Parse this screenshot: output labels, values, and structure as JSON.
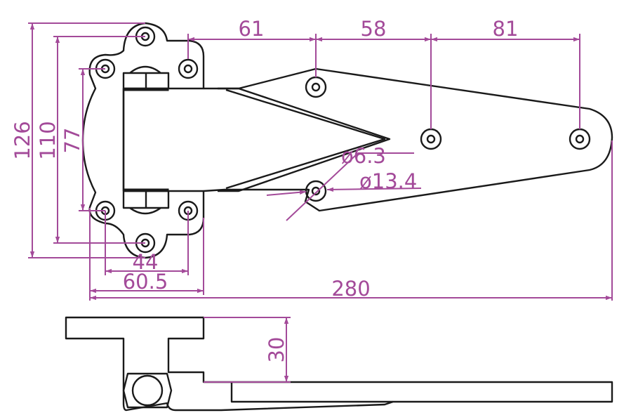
{
  "colors": {
    "outline": "#1a1a1a",
    "dimension": "#a34a99",
    "background": "#ffffff"
  },
  "top_view": {
    "dim_61": "61",
    "dim_58": "58",
    "dim_81": "81",
    "dim_126": "126",
    "dim_110": "110",
    "dim_77": "77",
    "dim_hole_6_3": "ø6.3",
    "dim_hole_13_4": "ø13.4",
    "dim_44": "44",
    "dim_60_5": "60.5",
    "dim_280": "280"
  },
  "side_view": {
    "dim_30": "30"
  }
}
